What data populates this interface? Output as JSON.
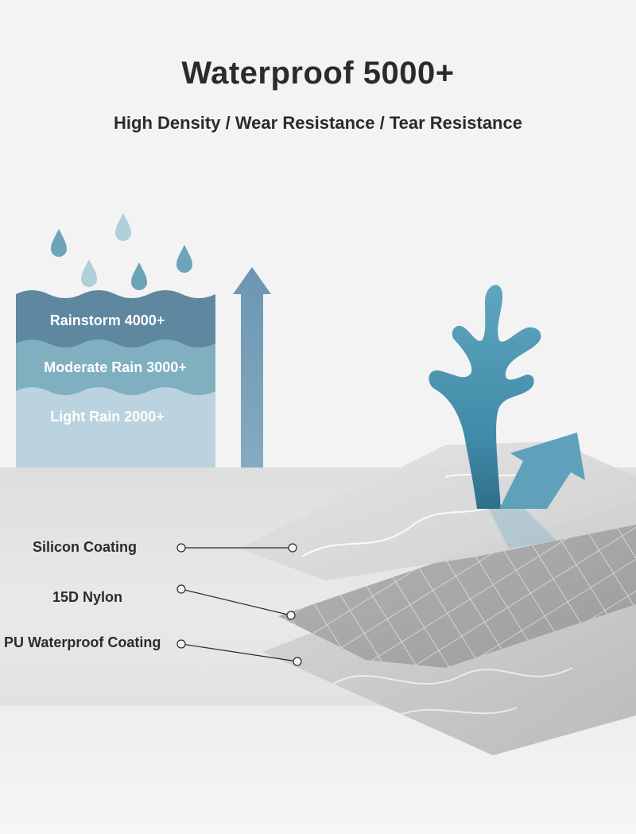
{
  "heading": {
    "title": "Waterproof 5000+",
    "subtitle": "High Density / Wear Resistance / Tear Resistance"
  },
  "rain_levels": [
    {
      "label": "Rainstorm 4000+",
      "color": "#5f87a0"
    },
    {
      "label": "Moderate Rain 3000+",
      "color": "#7eaebf"
    },
    {
      "label": "Light Rain 2000+",
      "color": "#b9d3de"
    }
  ],
  "fabric_layers": [
    {
      "label": "Silicon Coating"
    },
    {
      "label": "15D Nylon"
    },
    {
      "label": "PU Waterproof Coating"
    }
  ],
  "colors": {
    "accent": "#5fa1bb",
    "arrow": "#7ea4bc",
    "text": "#2b2b2b",
    "background": "#f3f3f3"
  },
  "icons": [
    "raindrop-icon",
    "up-arrow-icon",
    "water-splash-icon",
    "deflect-arrow-icon"
  ]
}
